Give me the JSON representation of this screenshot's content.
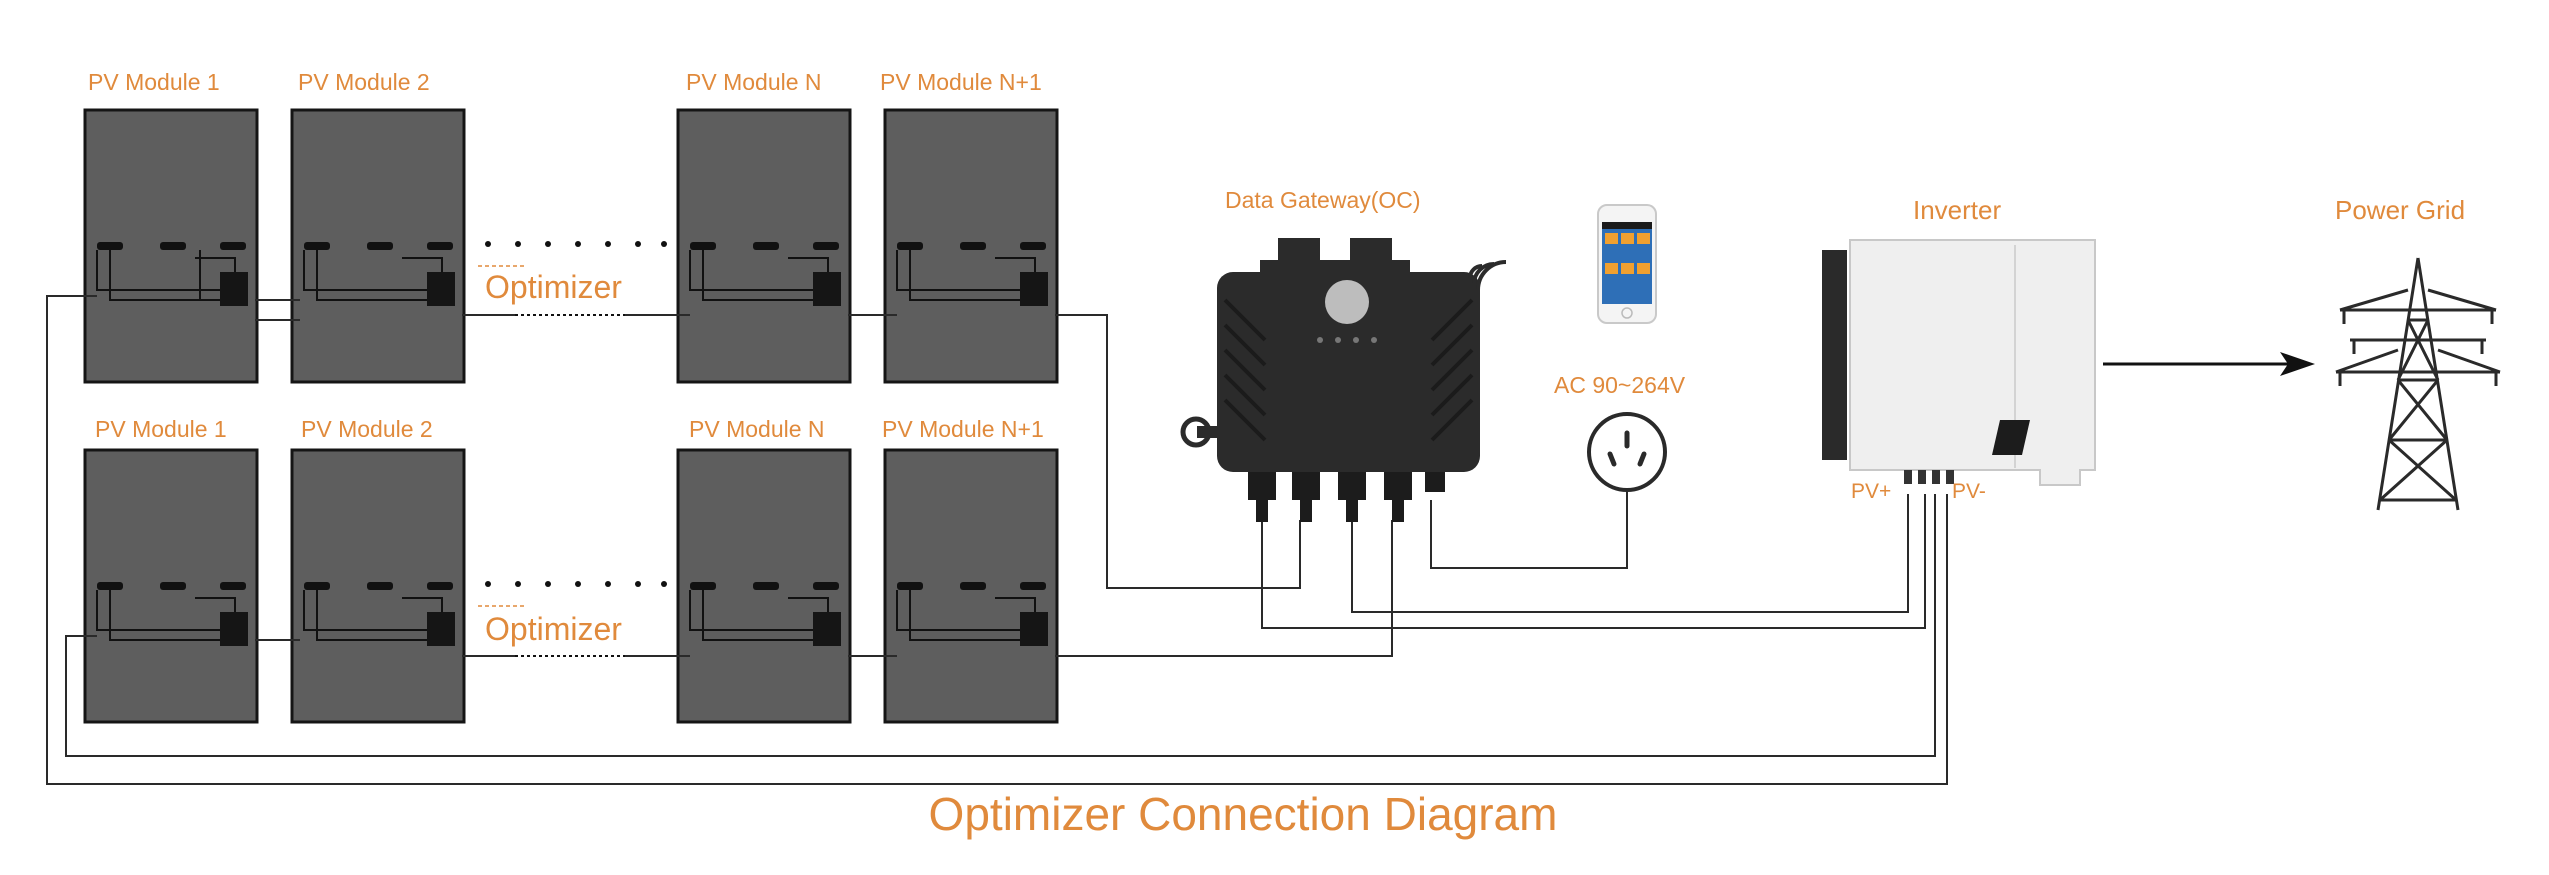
{
  "rows": [
    {
      "modules": [
        "PV Module 1",
        "PV Module 2",
        "PV Module N",
        "PV Module N+1"
      ],
      "optimizer_label": "Optimizer"
    },
    {
      "modules": [
        "PV Module 1",
        "PV Module 2",
        "PV Module N",
        "PV Module N+1"
      ],
      "optimizer_label": "Optimizer"
    }
  ],
  "gateway": {
    "label": "Data Gateway(OC)"
  },
  "outlet": {
    "label": "AC 90~264V"
  },
  "inverter": {
    "label": "Inverter",
    "pv_plus": "PV+",
    "pv_minus": "PV-"
  },
  "grid": {
    "label": "Power Grid"
  },
  "title": "Optimizer Connection Diagram",
  "colors": {
    "label": "#e08a3c",
    "panel": "#5e5e5e",
    "gateway": "#2b2b2b",
    "wire": "#2a2a2a"
  }
}
